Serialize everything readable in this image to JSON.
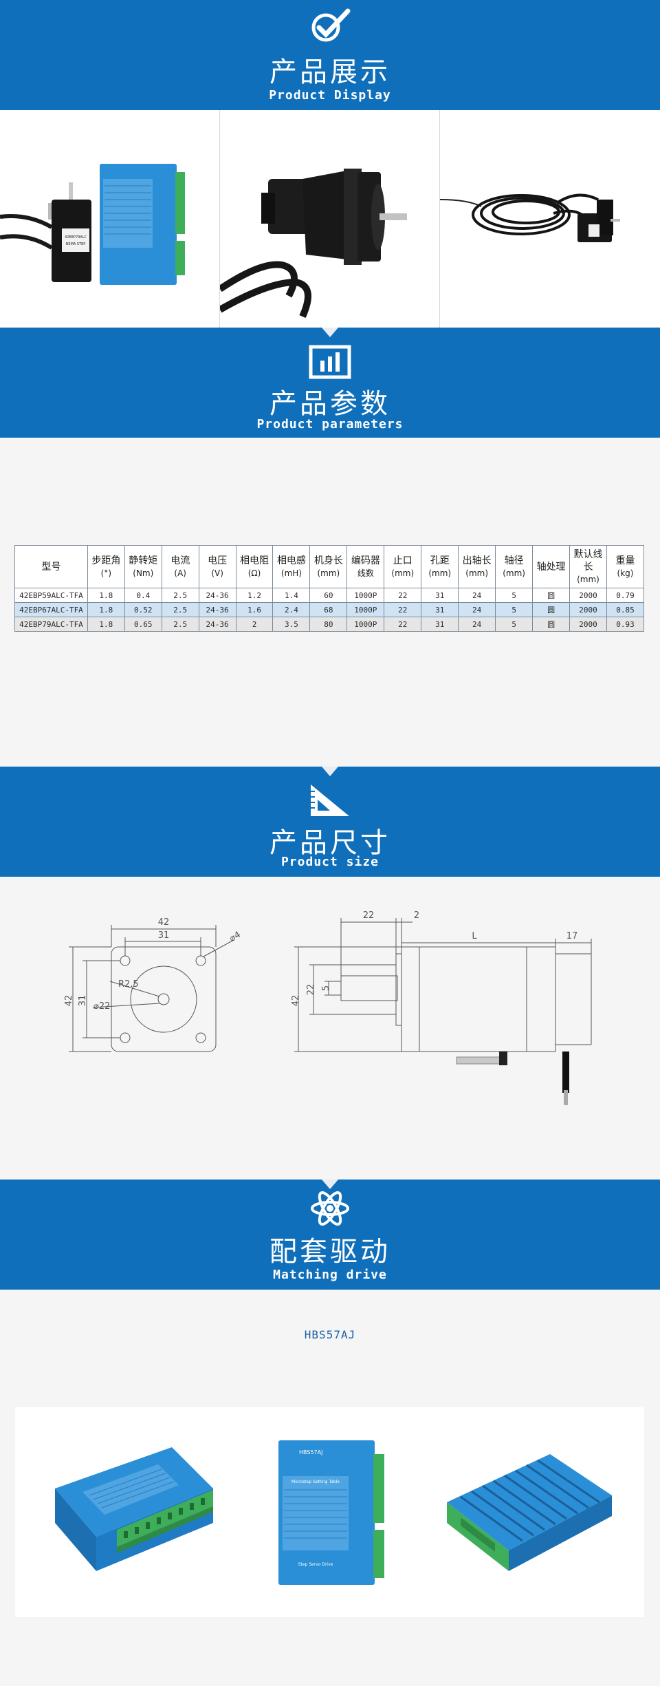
{
  "banners": [
    {
      "title": "产品展示",
      "subtitle": "Product Display",
      "icon": "check-badge-icon"
    },
    {
      "title": "产品参数",
      "subtitle": "Product parameters",
      "icon": "bar-chart-icon"
    },
    {
      "title": "产品尺寸",
      "subtitle": "Product size",
      "icon": "set-square-icon"
    },
    {
      "title": "配套驱动",
      "subtitle": "Matching drive",
      "icon": "atom-icon"
    }
  ],
  "gallery": [
    {
      "caption": "",
      "icon": "motor-with-driver-photo"
    },
    {
      "caption": "",
      "icon": "motor-closeup-photo"
    },
    {
      "caption": "",
      "icon": "motor-with-cables-photo"
    }
  ],
  "motor_label": {
    "line1": "42EBP79ALC",
    "line2": "NEMA STEP"
  },
  "spec_table": {
    "headers": [
      {
        "name": "型号",
        "unit": ""
      },
      {
        "name": "步距角",
        "unit": "(°)"
      },
      {
        "name": "静转矩",
        "unit": "(Nm)"
      },
      {
        "name": "电流",
        "unit": "(A)"
      },
      {
        "name": "电压",
        "unit": "(V)"
      },
      {
        "name": "相电阻",
        "unit": "(Ω)"
      },
      {
        "name": "相电感",
        "unit": "(mH)"
      },
      {
        "name": "机身长",
        "unit": "(mm)"
      },
      {
        "name": "编码器",
        "unit": "线数"
      },
      {
        "name": "止口",
        "unit": "(mm)"
      },
      {
        "name": "孔距",
        "unit": "(mm)"
      },
      {
        "name": "出轴长",
        "unit": "(mm)"
      },
      {
        "name": "轴径",
        "unit": "(mm)"
      },
      {
        "name": "轴处理",
        "unit": ""
      },
      {
        "name": "默认线长",
        "unit": "(mm)"
      },
      {
        "name": "重量",
        "unit": "(kg)"
      }
    ],
    "rows": [
      [
        "42EBP59ALC-TFA",
        "1.8",
        "0.4",
        "2.5",
        "24-36",
        "1.2",
        "1.4",
        "60",
        "1000P",
        "22",
        "31",
        "24",
        "5",
        "圆",
        "2000",
        "0.79"
      ],
      [
        "42EBP67ALC-TFA",
        "1.8",
        "0.52",
        "2.5",
        "24-36",
        "1.6",
        "2.4",
        "68",
        "1000P",
        "22",
        "31",
        "24",
        "5",
        "圆",
        "2000",
        "0.85"
      ],
      [
        "42EBP79ALC-TFA",
        "1.8",
        "0.65",
        "2.5",
        "24-36",
        "2",
        "3.5",
        "80",
        "1000P",
        "22",
        "31",
        "24",
        "5",
        "圆",
        "2000",
        "0.93"
      ]
    ]
  },
  "drawing_front": {
    "width_42": "42",
    "hole_31": "31",
    "radius": "R2.5",
    "bore": "⌀22",
    "hole": "⌀4",
    "height_42": "42",
    "height_31": "31"
  },
  "drawing_side": {
    "d22": "22",
    "d2": "2",
    "L": "L",
    "d17": "17",
    "h42": "42",
    "h22": "22",
    "shaft": "5"
  },
  "driver": {
    "model": "HBS57AJ",
    "panel_title": "Microstep Setting Table",
    "footer": "Step Servo Drive",
    "brand": "HBS57AJ"
  },
  "colors": {
    "banner": "#0f6fbb",
    "driver_blue": "#2a8fd6",
    "terminal_green": "#3fae5a"
  }
}
